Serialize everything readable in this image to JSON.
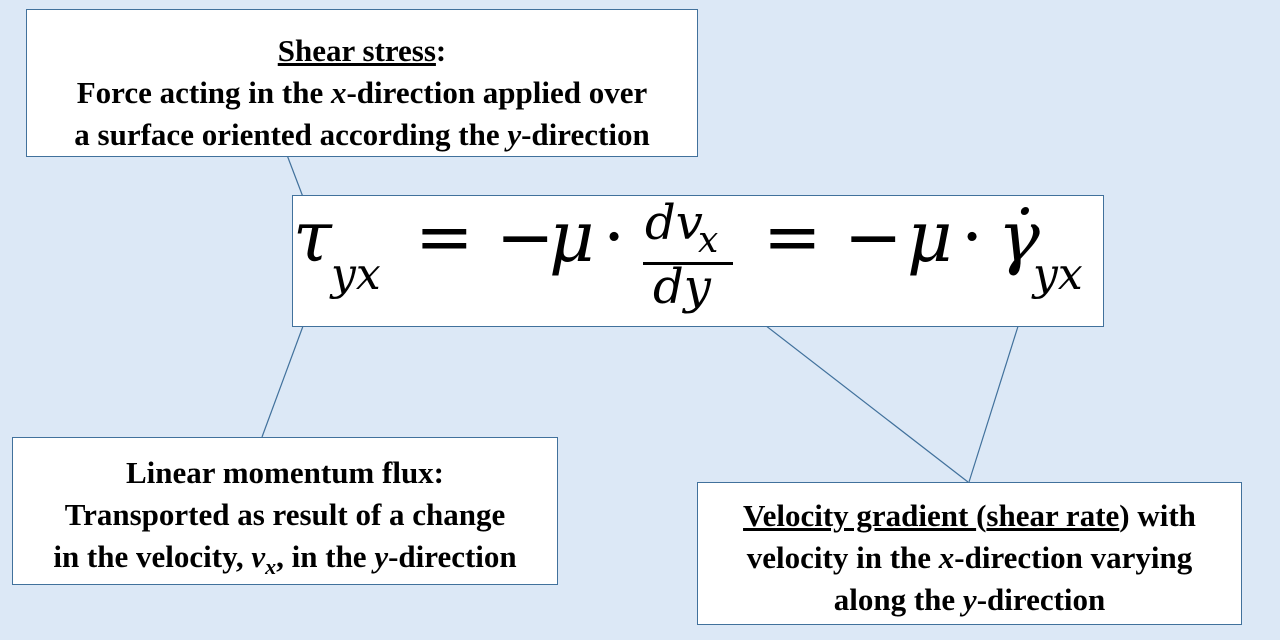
{
  "shear_box": {
    "heading": "Shear stress",
    "colon": ":",
    "line2_a": "Force acting in the ",
    "line2_x": "x",
    "line2_b": "-direction applied over",
    "line3_a": "a surface oriented according the ",
    "line3_y": "y",
    "line3_b": "-direction"
  },
  "equation": {
    "tau": "τ",
    "tau_sub": "yx",
    "eq1": "= −",
    "mu1": "μ",
    "dot1": "·",
    "num": "dv",
    "num_sub": "x",
    "den": "dy",
    "eq2": "= −",
    "mu2": "μ",
    "dot2": "·",
    "gamma": "γ̇",
    "gamma_sub": "yx"
  },
  "flux_box": {
    "heading": "Linear momentum flux:",
    "line2": "Transported as result of a change",
    "line3_a": "in the velocity, ",
    "line3_v": "v",
    "line3_vsub": "x",
    "line3_b": ", in the ",
    "line3_y": "y",
    "line3_c": "-direction"
  },
  "gradient_box": {
    "heading": "Velocity gradient ",
    "paren_open": "(",
    "shear_rate": "shear rate",
    "paren_close": ")",
    "with": " with",
    "line2_a": "velocity in the ",
    "line2_x": "x",
    "line2_b": "-direction varying",
    "line3_a": "along the ",
    "line3_y": "y",
    "line3_b": "-direction"
  },
  "colors": {
    "background": "#dce8f6",
    "border": "#41719c",
    "connector": "#41719c"
  }
}
